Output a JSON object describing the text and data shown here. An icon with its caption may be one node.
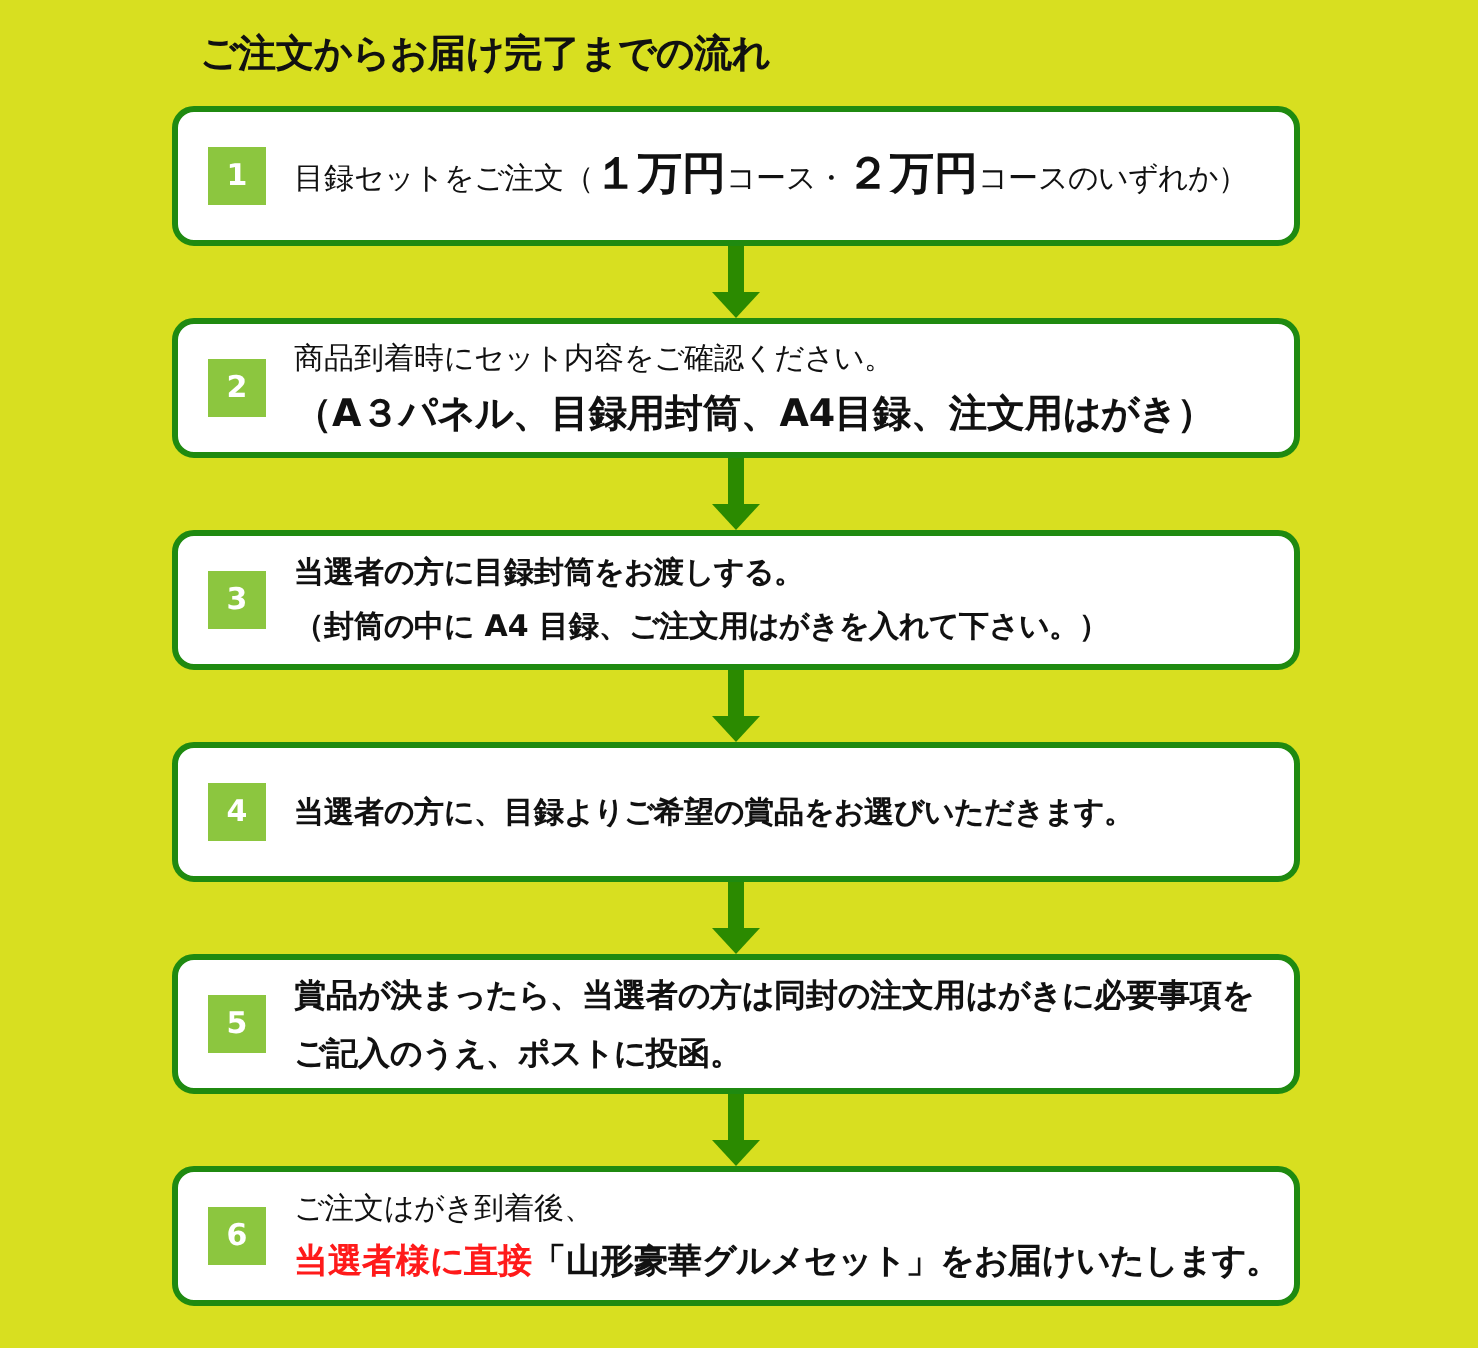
{
  "diagram": {
    "title": "ご注文からお届け完了までの流れ",
    "nodes": [
      {
        "text": [
          "目録セットをご注文（**１万円**コース・**２万円**コースのいずれか）"
        ]
      },
      {
        "text": [
          "1"
        ],
        "in": 0
      },
      {
        "text": [
          "商品到着時にセット内容をご確認ください。",
          "（A３パネル、目録用封筒、A4目録、注文用はがき）"
        ]
      },
      {
        "text": [
          "2"
        ],
        "in": 2
      },
      {
        "text": [
          "当選者の方に目録封筒をお渡しする。",
          "（封筒の中に A4 目録、ご注文用はがきを入れて下さい。）"
        ]
      },
      {
        "text": [
          "3"
        ],
        "in": 4
      },
      {
        "text": [
          "当選者の方に、目録よりご希望の賞品をお選びいただきます。"
        ]
      },
      {
        "text": [
          "4"
        ],
        "in": 6
      },
      {
        "text": [
          "賞品が決まったら、当選者の方は同封の注文用はがきに必要事項をご記入のうえ、ポストに投函。"
        ]
      },
      {
        "text": [
          "5"
        ],
        "in": 8
      },
      {
        "text": [
          "ご注文はがき到着後、",
          "*当選者様に直接*「山形豪華グルメセット」をお届けいたします。"
        ]
      },
      {
        "text": [
          "6"
        ],
        "in": 10
      }
    ],
    "edges": [
      {
        "from": 0,
        "to": 2,
        "arrow": "to"
      },
      {
        "from": 2,
        "to": 4,
        "arrow": "to"
      },
      {
        "from": 4,
        "to": 6,
        "arrow": "to"
      },
      {
        "from": 6,
        "to": 8,
        "arrow": "to"
      },
      {
        "from": 8,
        "to": 10,
        "arrow": "to"
      }
    ]
  }
}
